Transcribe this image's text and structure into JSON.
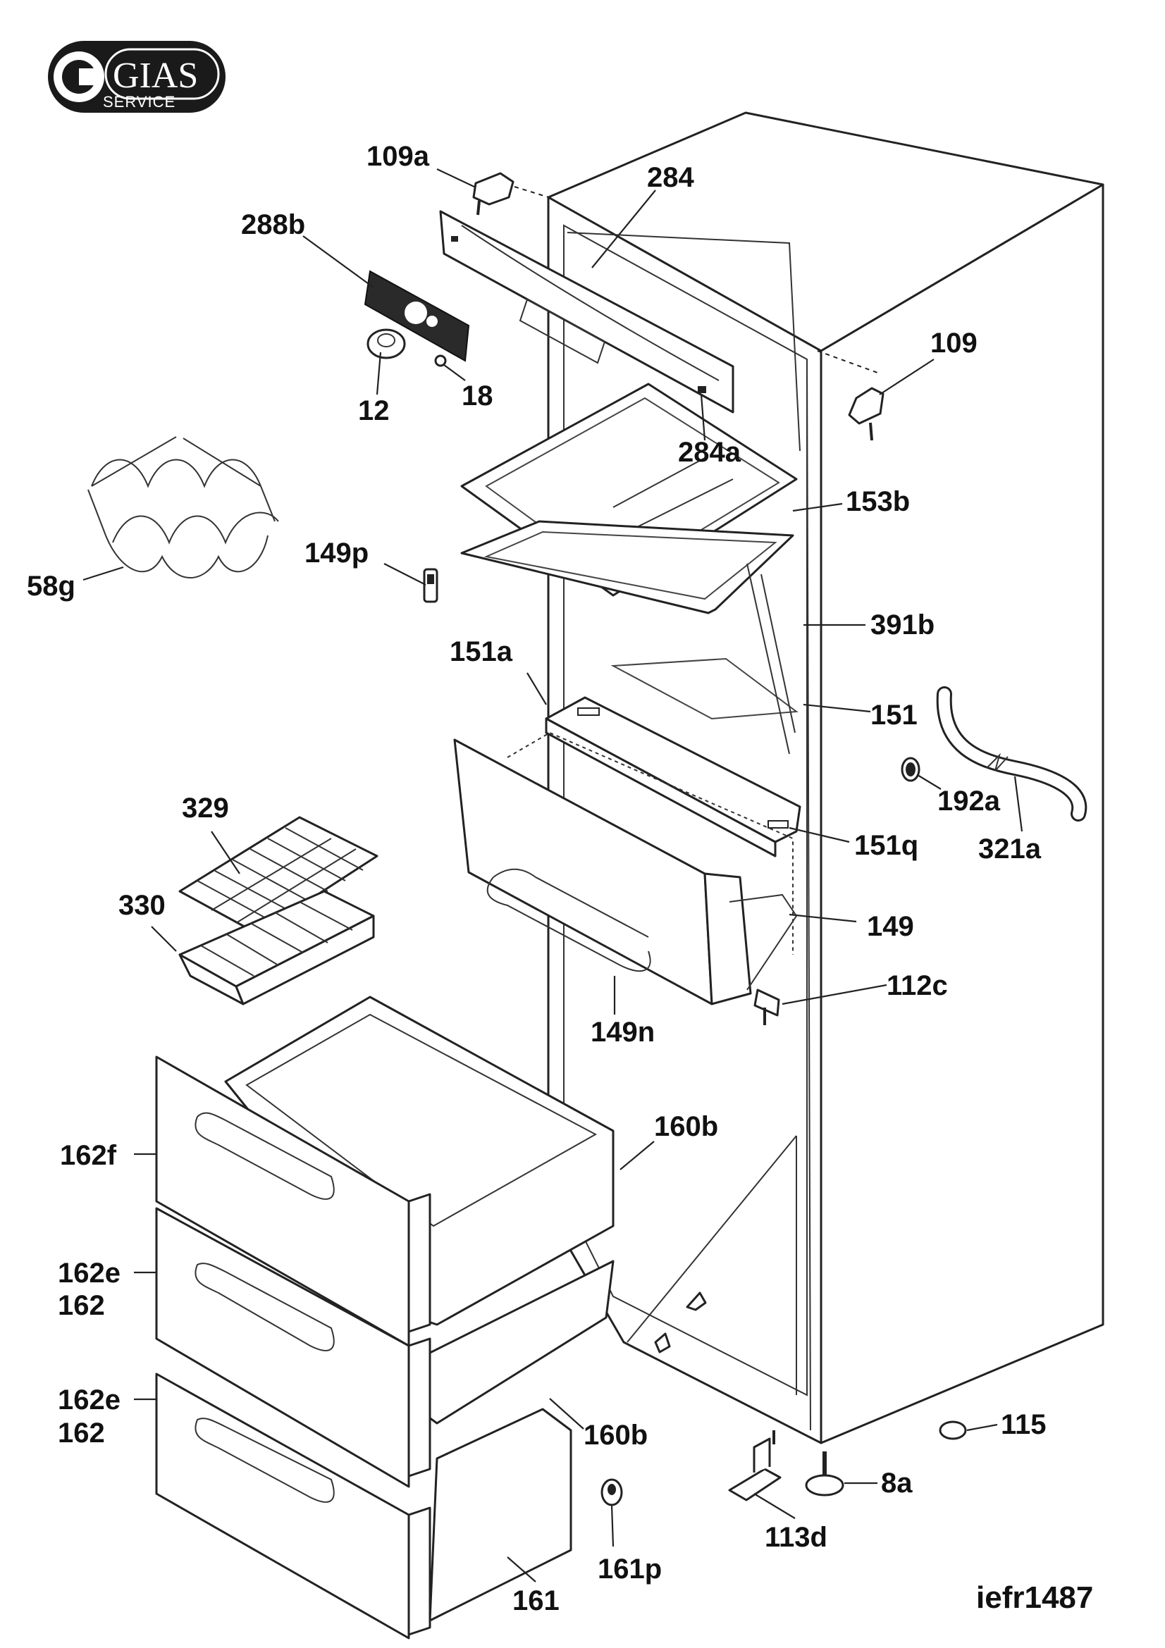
{
  "logo": {
    "brand": "GIAS",
    "sub": "SERVICE"
  },
  "drawing_code": "iefr1487",
  "parts": {
    "p109a": "109a",
    "p284": "284",
    "p288b": "288b",
    "p109": "109",
    "p12": "12",
    "p18": "18",
    "p284a": "284a",
    "p153b": "153b",
    "p58g": "58g",
    "p149p": "149p",
    "p391b": "391b",
    "p151a": "151a",
    "p151": "151",
    "p192a": "192a",
    "p321a": "321a",
    "p151q": "151q",
    "p329": "329",
    "p330": "330",
    "p149": "149",
    "p112c": "112c",
    "p149n": "149n",
    "p160b_top": "160b",
    "p162f": "162f",
    "p162e_mid": "162e",
    "p162_mid": "162",
    "p162e_bot": "162e",
    "p162_bot": "162",
    "p160b_low": "160b",
    "p115": "115",
    "p8a": "8a",
    "p113d": "113d",
    "p161p": "161p",
    "p161": "161"
  }
}
